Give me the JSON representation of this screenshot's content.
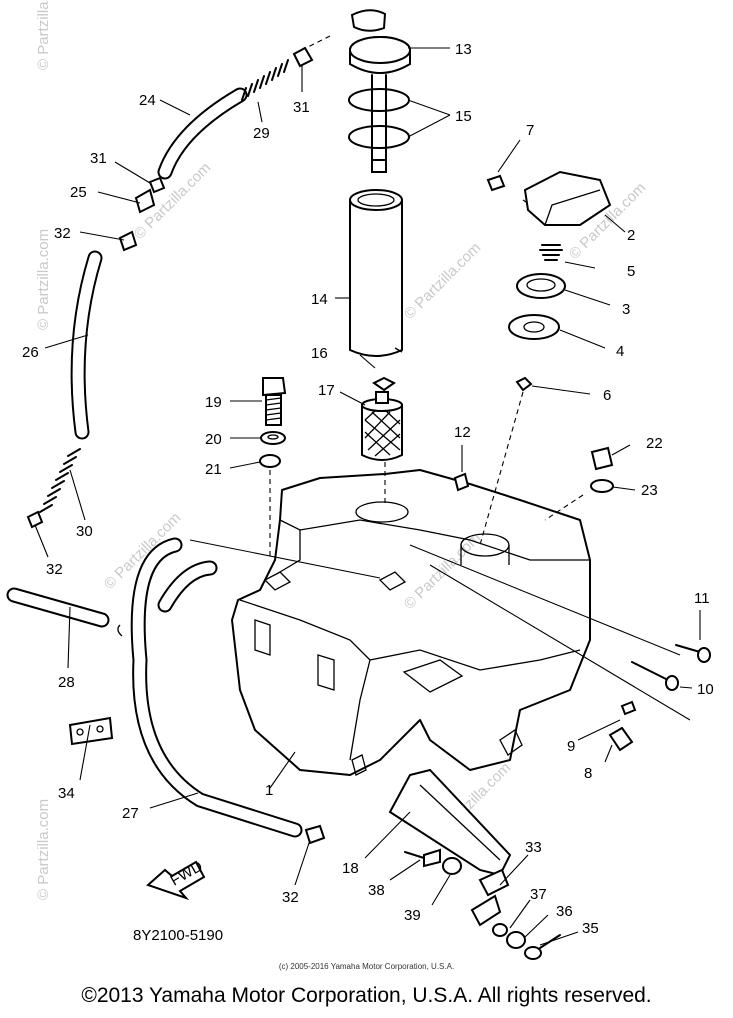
{
  "diagram": {
    "drawing_code": "8Y2100-5190",
    "fwd_label": "FWD",
    "watermark": "© Partzilla.com",
    "callouts": [
      "1",
      "2",
      "3",
      "4",
      "5",
      "6",
      "7",
      "8",
      "9",
      "10",
      "11",
      "12",
      "13",
      "14",
      "15",
      "16",
      "17",
      "18",
      "19",
      "20",
      "21",
      "22",
      "23",
      "24",
      "25",
      "26",
      "27",
      "28",
      "29",
      "30",
      "31",
      "31",
      "32",
      "32",
      "32",
      "33",
      "34",
      "35",
      "36",
      "37",
      "38",
      "39"
    ]
  },
  "footer": {
    "small_copyright": "(c) 2005-2016 Yamaha Motor Corporation, U.S.A.",
    "main_copyright": "©2013 Yamaha Motor Corporation, U.S.A. All rights reserved."
  }
}
